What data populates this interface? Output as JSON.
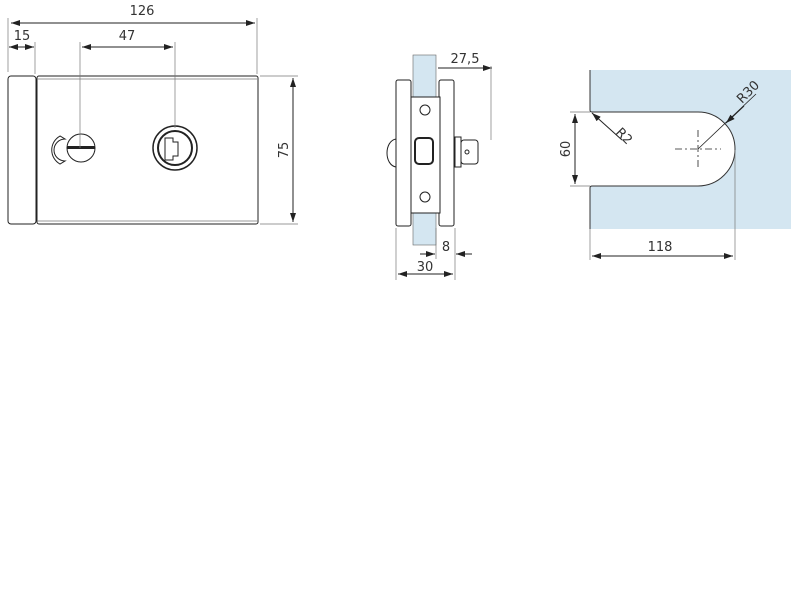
{
  "front_view": {
    "width_total": "126",
    "cap_width": "15",
    "center_distance": "47",
    "height": "75"
  },
  "side_view": {
    "offset": "27,5",
    "glass_thickness": "8",
    "depth": "30"
  },
  "glass_cutout": {
    "height": "60",
    "corner_radius": "R2",
    "end_radius": "R30",
    "depth": "118"
  },
  "colors": {
    "glass": "#d4e6f1",
    "line": "#222222"
  }
}
